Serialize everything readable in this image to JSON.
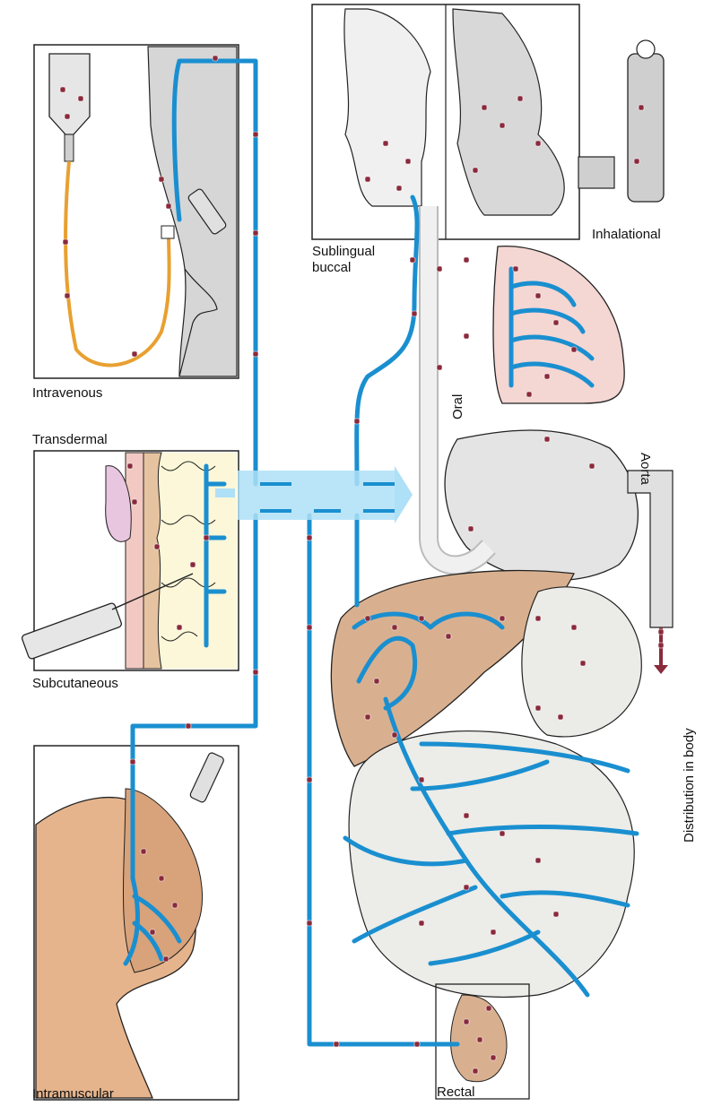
{
  "labels": {
    "intravenous": "Intravenous",
    "transdermal": "Transdermal",
    "subcutaneous": "Subcutaneous",
    "intramuscular": "Intramuscular",
    "sublingual_line1": "Sublingual",
    "sublingual_line2": "buccal",
    "inhalational": "Inhalational",
    "oral": "Oral",
    "aorta": "Aorta",
    "distribution": "Distribution in body",
    "rectal": "Rectal"
  },
  "colors": {
    "vessel": "#1a8fd0",
    "iv_tube": "#e8a030",
    "tissue": "#e6c3a0",
    "skin_pink": "#f2c9c2",
    "organ_gray": "#e4e4e4",
    "lung_pink": "#f4d6d2",
    "liver": "#d9b08f",
    "particle": "#8a2a3c",
    "outline": "#222222",
    "arrow_glow": "#aee0f7"
  }
}
